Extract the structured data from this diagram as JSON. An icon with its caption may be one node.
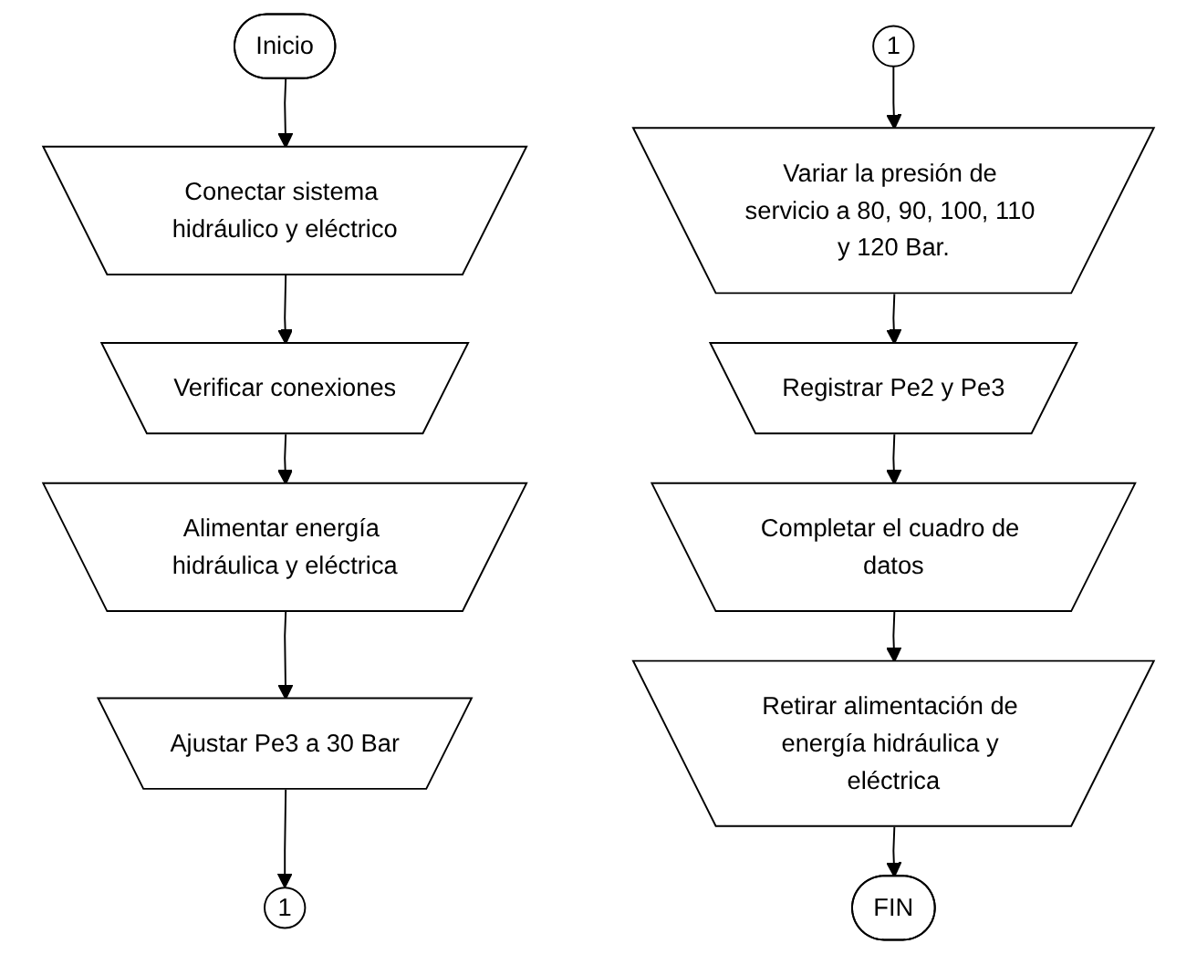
{
  "diagram": {
    "nodes": [
      {
        "text": [
          "Inicio"
        ]
      },
      {
        "text": [
          "Conectar sistema hidráulico y eléctrico"
        ]
      },
      {
        "text": [
          "Verificar conexiones"
        ]
      },
      {
        "text": [
          "Alimentar energía hidráulica y eléctrica"
        ]
      },
      {
        "text": [
          "Ajustar Pe3 a 30 Bar"
        ]
      },
      {
        "text": [
          "1"
        ]
      },
      {
        "text": [
          "1"
        ]
      },
      {
        "text": [
          "Variar la presión de servicio a 80, 90, 100, 110 y 120 Bar."
        ]
      },
      {
        "text": [
          "Registrar Pe2 y Pe3"
        ]
      },
      {
        "text": [
          "Completar el cuadro de datos"
        ]
      },
      {
        "text": [
          "Retirar alimentación de energía hidráulica y eléctrica"
        ]
      },
      {
        "text": [
          "FIN"
        ]
      }
    ],
    "edges": [
      {
        "from": 0,
        "to": 1,
        "arrow": "to"
      },
      {
        "from": 1,
        "to": 2,
        "arrow": "to"
      },
      {
        "from": 2,
        "to": 3,
        "arrow": "to"
      },
      {
        "from": 3,
        "to": 4,
        "arrow": "to"
      },
      {
        "from": 4,
        "to": 5,
        "arrow": "to"
      },
      {
        "from": 6,
        "to": 7,
        "arrow": "to"
      },
      {
        "from": 7,
        "to": 8,
        "arrow": "to"
      },
      {
        "from": 8,
        "to": 9,
        "arrow": "to"
      },
      {
        "from": 9,
        "to": 10,
        "arrow": "to"
      },
      {
        "from": 10,
        "to": 11,
        "arrow": "to"
      }
    ]
  }
}
